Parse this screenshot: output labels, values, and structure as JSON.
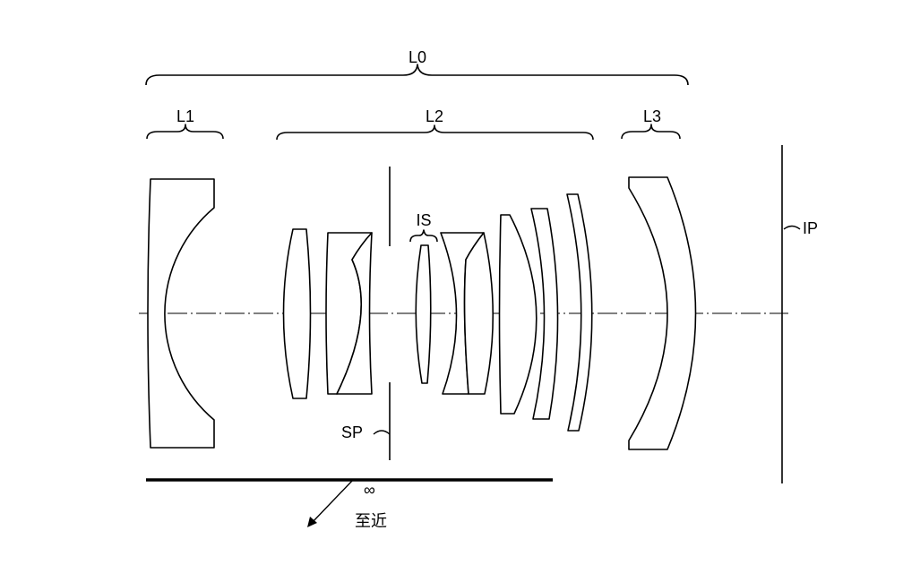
{
  "labels": {
    "group_all": "L0",
    "group1": "L1",
    "group2": "L2",
    "group3": "L3",
    "image_stabilizer": "IS",
    "image_plane": "IP",
    "stop": "SP",
    "infinity": "∞",
    "closest": "至近"
  }
}
